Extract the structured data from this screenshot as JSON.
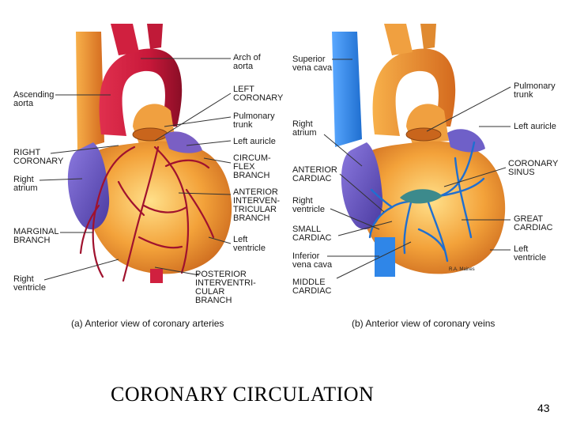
{
  "slide": {
    "title": "CORONARY CIRCULATION",
    "page_number": "43"
  },
  "panel_a": {
    "caption": "(a) Anterior view of coronary arteries",
    "labels": {
      "arch_of_aorta": [
        "Arch of",
        "aorta"
      ],
      "ascending_aorta": [
        "Ascending",
        "aorta"
      ],
      "left_coronary": [
        "LEFT",
        "CORONARY"
      ],
      "pulmonary_trunk": [
        "Pulmonary",
        "trunk"
      ],
      "left_auricle": [
        "Left auricle"
      ],
      "right_coronary": [
        "RIGHT",
        "CORONARY"
      ],
      "circumflex_branch": [
        "CIRCUM-",
        "FLEX",
        "BRANCH"
      ],
      "right_atrium": [
        "Right",
        "atrium"
      ],
      "anterior_interventricular_branch": [
        "ANTERIOR",
        "INTERVEN-",
        "TRICULAR",
        "BRANCH"
      ],
      "marginal_branch": [
        "MARGINAL",
        "BRANCH"
      ],
      "left_ventricle": [
        "Left",
        "ventricle"
      ],
      "right_ventricle": [
        "Right",
        "ventricle"
      ],
      "posterior_interventricular_branch": [
        "POSTERIOR",
        "INTERVENTRI-",
        "CULAR",
        "BRANCH"
      ]
    }
  },
  "panel_b": {
    "caption": "(b) Anterior view of coronary veins",
    "signature": "R.A. Maines",
    "labels": {
      "superior_vena_cava": [
        "Superior",
        "vena cava"
      ],
      "pulmonary_trunk": [
        "Pulmonary",
        "trunk"
      ],
      "right_atrium": [
        "Right",
        "atrium"
      ],
      "left_auricle": [
        "Left auricle"
      ],
      "anterior_cardiac": [
        "ANTERIOR",
        "CARDIAC"
      ],
      "coronary_sinus": [
        "CORONARY",
        "SINUS"
      ],
      "right_ventricle": [
        "Right",
        "ventricle"
      ],
      "small_cardiac": [
        "SMALL",
        "CARDIAC"
      ],
      "great_cardiac": [
        "GREAT",
        "CARDIAC"
      ],
      "inferior_vena_cava": [
        "Inferior",
        "vena cava"
      ],
      "left_ventricle": [
        "Left",
        "ventricle"
      ],
      "middle_cardiac": [
        "MIDDLE",
        "CARDIAC"
      ]
    }
  },
  "colors": {
    "aorta": "#c8183a",
    "heart": "#f09a2e",
    "atrium": "#6e5bc8",
    "artery": "#a0122e",
    "vein": "#1f6fd0",
    "vena_cava": "#2f86e8"
  }
}
